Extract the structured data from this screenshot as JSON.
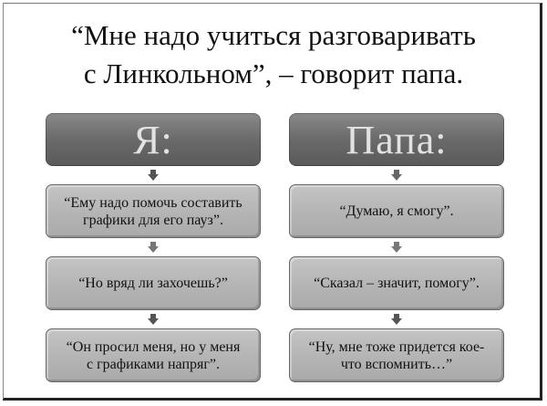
{
  "slide": {
    "title_line1": "“Мне надо учиться разговаривать",
    "title_line2": "с Линкольном”, – говорит папа."
  },
  "columns": [
    {
      "header": "Я:",
      "items": [
        {
          "line1": "“Ему надо помочь составить",
          "line2": "графики для его пауз”."
        },
        {
          "line1": "“Но вряд ли захочешь?”",
          "line2": ""
        },
        {
          "line1": "“Он просил меня, но у меня",
          "line2": "с графиками напряг”."
        }
      ]
    },
    {
      "header": "Папа:",
      "items": [
        {
          "line1": "“Думаю, я смогу”.",
          "line2": ""
        },
        {
          "line1": "“Сказал – значит, помогу”.",
          "line2": ""
        },
        {
          "line1": "“Ну, мне тоже придется кое-",
          "line2": "что вспомнить…”"
        }
      ]
    }
  ],
  "colors": {
    "header_bg": "#6a6a6a",
    "header_text": "#e2e2e2",
    "item_bg": "#b8b8b8",
    "arrow": "#555555"
  }
}
